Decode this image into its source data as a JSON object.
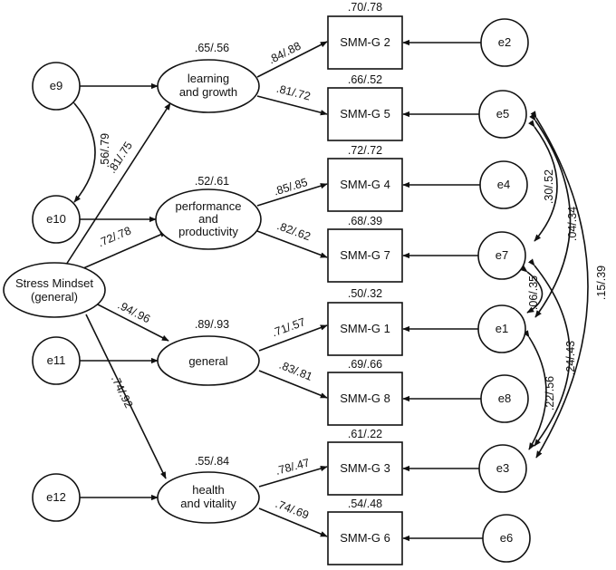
{
  "diagram": {
    "nodes": {
      "stress": {
        "label": [
          "Stress Mindset",
          "(general)"
        ]
      },
      "learning": {
        "label": [
          "learning",
          "and growth"
        ]
      },
      "performance": {
        "label": [
          "performance",
          "and",
          "productivity"
        ]
      },
      "general": {
        "label": [
          "general"
        ]
      },
      "health": {
        "label": [
          "health",
          "and vitality"
        ]
      },
      "smm2": {
        "label": [
          "SMM-G 2"
        ]
      },
      "smm5": {
        "label": [
          "SMM-G 5"
        ]
      },
      "smm4": {
        "label": [
          "SMM-G 4"
        ]
      },
      "smm7": {
        "label": [
          "SMM-G 7"
        ]
      },
      "smm1": {
        "label": [
          "SMM-G 1"
        ]
      },
      "smm8": {
        "label": [
          "SMM-G 8"
        ]
      },
      "smm3": {
        "label": [
          "SMM-G 3"
        ]
      },
      "smm6": {
        "label": [
          "SMM-G 6"
        ]
      },
      "e1": {
        "label": [
          "e1"
        ]
      },
      "e2": {
        "label": [
          "e2"
        ]
      },
      "e3": {
        "label": [
          "e3"
        ]
      },
      "e4": {
        "label": [
          "e4"
        ]
      },
      "e5": {
        "label": [
          "e5"
        ]
      },
      "e6": {
        "label": [
          "e6"
        ]
      },
      "e7": {
        "label": [
          "e7"
        ]
      },
      "e8": {
        "label": [
          "e8"
        ]
      },
      "e9": {
        "label": [
          "e9"
        ]
      },
      "e10": {
        "label": [
          "e10"
        ]
      },
      "e11": {
        "label": [
          "e11"
        ]
      },
      "e12": {
        "label": [
          "e12"
        ]
      }
    },
    "r2": {
      "learning": ".65/.56",
      "performance": ".52/.61",
      "general": ".89/.93",
      "health": ".55/.84",
      "smm2": ".70/.78",
      "smm5": ".66/.52",
      "smm4": ".72/.72",
      "smm7": ".68/.39",
      "smm1": ".50/.32",
      "smm8": ".69/.66",
      "smm3": ".61/.22",
      "smm6": ".54/.48"
    },
    "loadings": {
      "stress_learning": ".81/.75",
      "stress_performance": ".72/.78",
      "stress_general": ".94/.96",
      "stress_health": ".74/.92",
      "learning_smm2": ".84/.88",
      "learning_smm5": ".81/.72",
      "performance_smm4": ".85/.85",
      "performance_smm7": ".82/.62",
      "general_smm1": ".71/.57",
      "general_smm8": ".83/.81",
      "health_smm3": ".78/.47",
      "health_smm6": ".74/.69"
    },
    "covariances": {
      "e9_e10": ".56/.79",
      "e5_e7": ".30/.52",
      "e5_e1": ".04/.34",
      "e5_e3": ".15/.39",
      "e7_e1": ".06/.35",
      "e7_e3": ".24/.43",
      "e1_e3": ".22/.56"
    }
  }
}
